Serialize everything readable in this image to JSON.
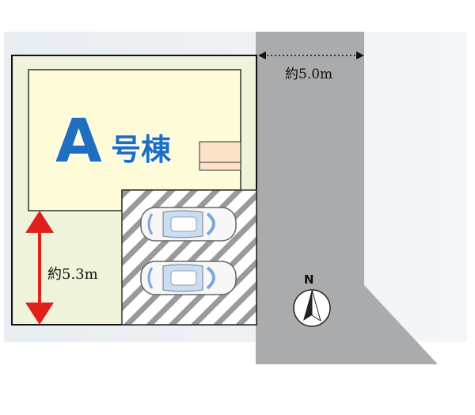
{
  "building": {
    "letter": "A",
    "suffix": "号棟"
  },
  "dimensions": {
    "road_width": "約5.0m",
    "side_width": "約5.3m"
  },
  "compass": {
    "label": "N"
  },
  "colors": {
    "site_fill": "#eef3d9",
    "house_fill": "#fdfbd8",
    "road_fill": "#a9abad",
    "accent_blue": "#1f6fc0",
    "dimension_red": "#e0201c",
    "background_band": "#e8edf1"
  }
}
